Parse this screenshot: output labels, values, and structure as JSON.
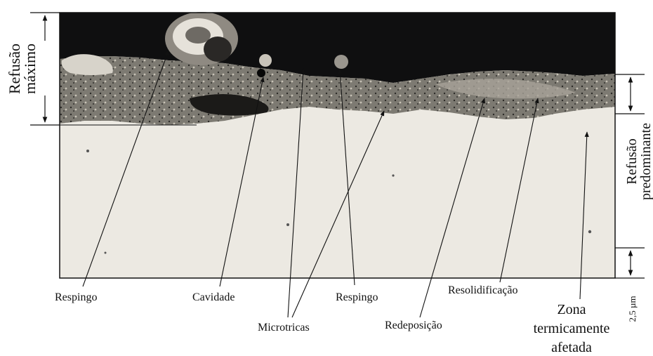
{
  "figure": {
    "labels": {
      "respingo_left": "Respingo",
      "cavidade": "Cavidade",
      "microtricas": "Microtricas",
      "respingo_right": "Respingo",
      "redeposicao": "Redeposição",
      "resolidificacao": "Resolidificação",
      "zona_line1": "Zona",
      "zona_line2": "termicamente",
      "zona_line3": "afetada",
      "refusao_maximo_line1": "Refusão",
      "refusao_maximo_line2": "máximo",
      "refusao_predominante_line1": "Refusão",
      "refusao_predominante_line2": "predominante",
      "scale": "2,5 µm"
    }
  }
}
